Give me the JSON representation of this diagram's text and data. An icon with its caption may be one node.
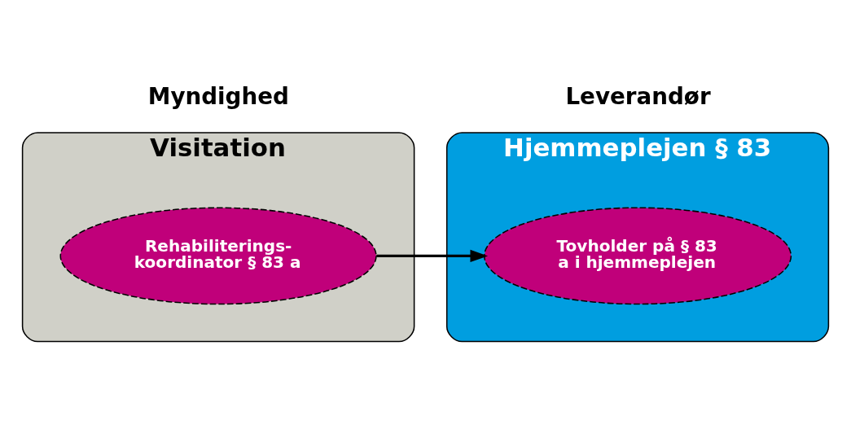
{
  "diagram": {
    "nodes": [
      {
        "text": [
          "Visitation"
        ]
      },
      {
        "text": [
          "Rehabiliterings- koordinator § 83 a"
        ],
        "in": 0
      },
      {
        "text": [
          "Hjemmeplejen § 83"
        ]
      },
      {
        "text": [
          "Tovholder på § 83 a i hjemmeplejen"
        ],
        "in": 2
      }
    ],
    "edges": [
      {
        "from": 1,
        "to": 3,
        "arrow": "to"
      }
    ],
    "labels": [
      "Myndighed",
      "Leverandør"
    ]
  }
}
